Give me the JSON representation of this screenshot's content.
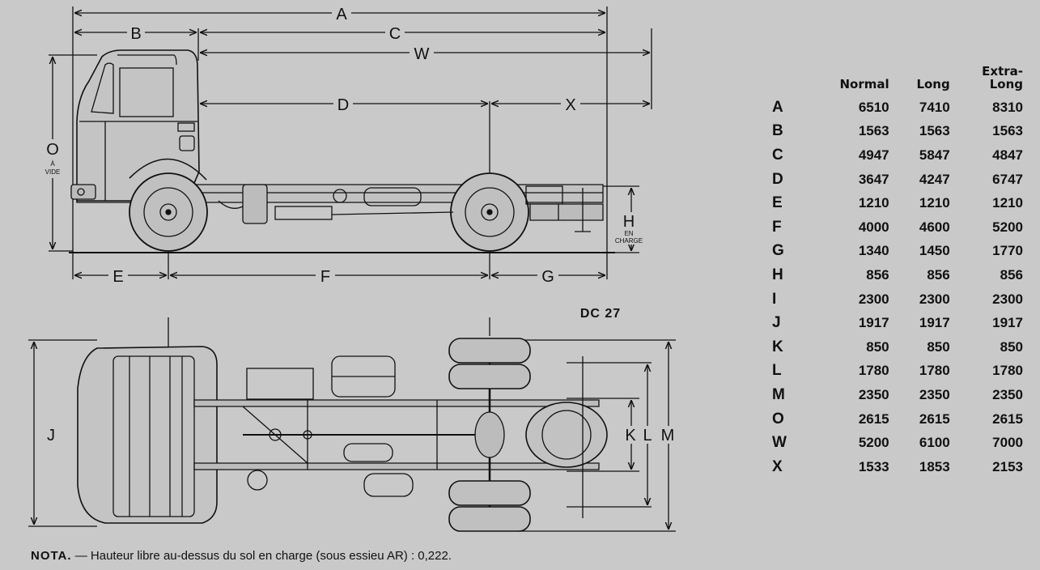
{
  "side_view": {
    "dim_labels": {
      "A": "A",
      "B": "B",
      "C": "C",
      "W": "W",
      "D": "D",
      "X": "X",
      "E": "E",
      "F": "F",
      "G": "G",
      "H": "H",
      "O": "O"
    },
    "o_note": [
      "À",
      "VIDE"
    ],
    "h_note": [
      "EN",
      "CHARGE"
    ]
  },
  "model_label": "DC 27",
  "top_view": {
    "dim_labels": {
      "J": "J",
      "K": "K",
      "L": "L",
      "M": "M"
    }
  },
  "spec_table": {
    "headers": [
      "",
      "Normal",
      "Long",
      "Extra-\nLong"
    ],
    "rows": [
      {
        "dim": "A",
        "normal": "6510",
        "long": "7410",
        "extra_long": "8310"
      },
      {
        "dim": "B",
        "normal": "1563",
        "long": "1563",
        "extra_long": "1563"
      },
      {
        "dim": "C",
        "normal": "4947",
        "long": "5847",
        "extra_long": "4847"
      },
      {
        "dim": "D",
        "normal": "3647",
        "long": "4247",
        "extra_long": "6747"
      },
      {
        "dim": "E",
        "normal": "1210",
        "long": "1210",
        "extra_long": "1210"
      },
      {
        "dim": "F",
        "normal": "4000",
        "long": "4600",
        "extra_long": "5200"
      },
      {
        "dim": "G",
        "normal": "1340",
        "long": "1450",
        "extra_long": "1770"
      },
      {
        "dim": "H",
        "normal": "856",
        "long": "856",
        "extra_long": "856"
      },
      {
        "dim": "I",
        "normal": "2300",
        "long": "2300",
        "extra_long": "2300"
      },
      {
        "dim": "J",
        "normal": "1917",
        "long": "1917",
        "extra_long": "1917"
      },
      {
        "dim": "K",
        "normal": "850",
        "long": "850",
        "extra_long": "850"
      },
      {
        "dim": "L",
        "normal": "1780",
        "long": "1780",
        "extra_long": "1780"
      },
      {
        "dim": "M",
        "normal": "2350",
        "long": "2350",
        "extra_long": "2350"
      },
      {
        "dim": "O",
        "normal": "2615",
        "long": "2615",
        "extra_long": "2615"
      },
      {
        "dim": "W",
        "normal": "5200",
        "long": "6100",
        "extra_long": "7000"
      },
      {
        "dim": "X",
        "normal": "1533",
        "long": "1853",
        "extra_long": "2153"
      }
    ]
  },
  "nota": {
    "label": "NOTA.",
    "text": " — Hauteur libre au-dessus du sol en charge (sous essieu AR) : 0,222."
  }
}
